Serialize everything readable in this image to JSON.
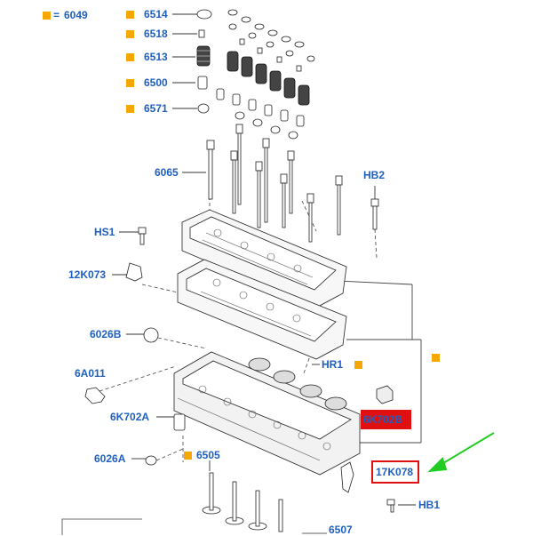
{
  "legend": {
    "marker_color": "#f7a800",
    "symbol": "=",
    "code": "6049"
  },
  "colors": {
    "label": "#1f5fbf",
    "highlight": "#e01010",
    "arrow": "#22cc22",
    "marker": "#f7a800"
  },
  "labels": {
    "p6514": "6514",
    "p6518": "6518",
    "p6513": "6513",
    "p6500": "6500",
    "p6571": "6571",
    "p6065": "6065",
    "hb2": "HB2",
    "hs1": "HS1",
    "p12k073": "12K073",
    "p6026b": "6026B",
    "hr1": "HR1",
    "p6a011": "6A011",
    "p6k702b": "6K702B",
    "p6k702a": "6K702A",
    "p6026a": "6026A",
    "p6505": "6505",
    "p17k078": "17K078",
    "hb1": "HB1",
    "p6507": "6507"
  }
}
